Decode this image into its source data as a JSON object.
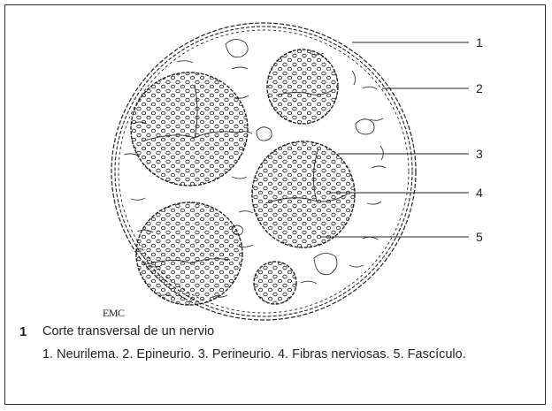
{
  "figure": {
    "number": "1",
    "title": "Corte transversal de un nervio",
    "legend": "1. Neurilema. 2. Epineurio. 3. Perineurio. 4. Fibras nerviosas. 5. Fascículo."
  },
  "labels": [
    "1",
    "2",
    "3",
    "4",
    "5"
  ],
  "logo_text": "EMC"
}
